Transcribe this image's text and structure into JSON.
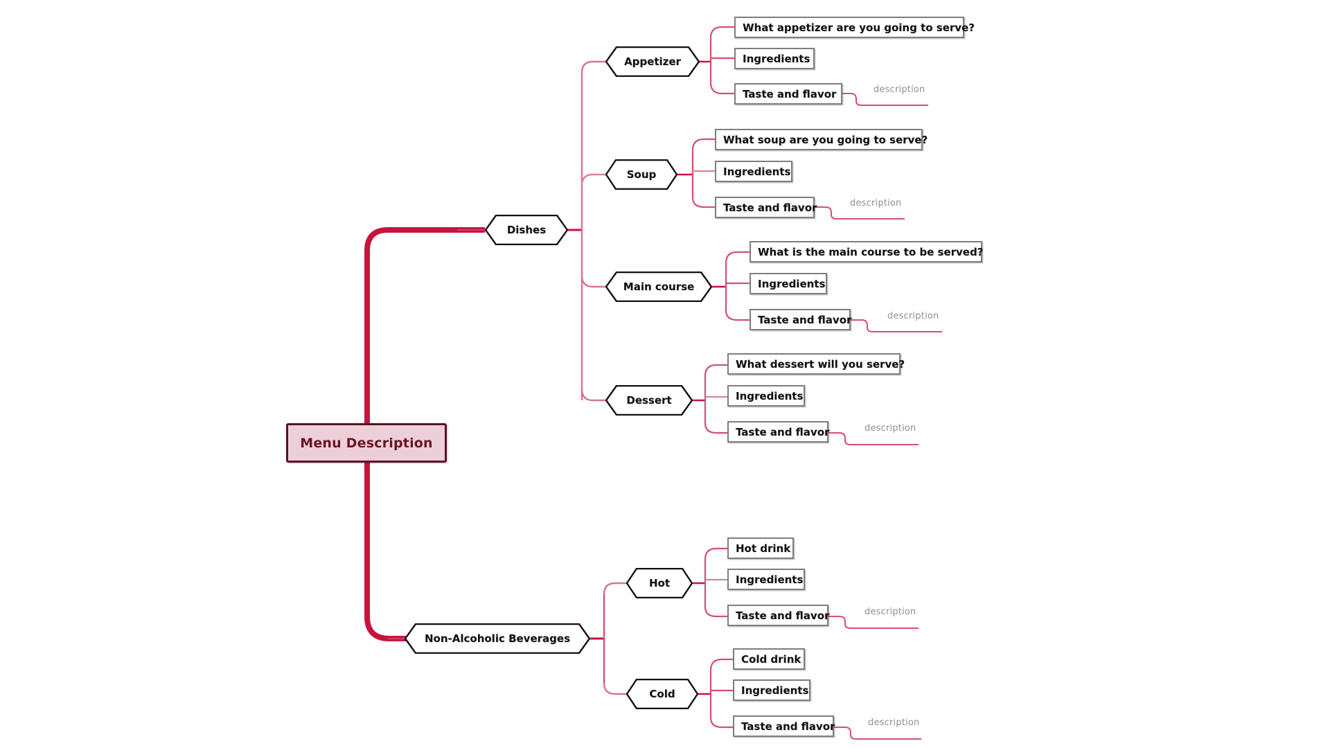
{
  "diagram": {
    "type": "mind-map",
    "title": "Menu Description",
    "colors": {
      "trunk": "#c9133e",
      "branch": "#d4days",
      "branch_line": "#d35070",
      "root_fill": "#eccfd8",
      "root_border": "#5c1020",
      "root_text": "#6b1326",
      "hex_border": "#111111",
      "box_border": "#7d7d7d",
      "box_fill": "#ffffff",
      "node_text": "#111111",
      "description_text": "#8a8f96",
      "background": "#ffffff"
    }
  },
  "root": {
    "label": "Menu Description"
  },
  "branches": [
    {
      "id": "dishes",
      "label": "Dishes",
      "children": [
        {
          "id": "appetizer",
          "label": "Appetizer",
          "leaves": [
            {
              "label": "What appetizer are you going to serve?",
              "description": null
            },
            {
              "label": "Ingredients",
              "description": null
            },
            {
              "label": "Taste and flavor",
              "description": "description"
            }
          ]
        },
        {
          "id": "soup",
          "label": "Soup",
          "leaves": [
            {
              "label": "What soup are you going to serve?",
              "description": null
            },
            {
              "label": "Ingredients",
              "description": null
            },
            {
              "label": "Taste and flavor",
              "description": "description"
            }
          ]
        },
        {
          "id": "main-course",
          "label": "Main course",
          "leaves": [
            {
              "label": "What is the main course to be served?",
              "description": null
            },
            {
              "label": "Ingredients",
              "description": null
            },
            {
              "label": "Taste and flavor",
              "description": "description"
            }
          ]
        },
        {
          "id": "dessert",
          "label": "Dessert",
          "leaves": [
            {
              "label": "What dessert will you serve?",
              "description": null
            },
            {
              "label": "Ingredients",
              "description": null
            },
            {
              "label": "Taste and flavor",
              "description": "description"
            }
          ]
        }
      ]
    },
    {
      "id": "non-alcoholic-beverages",
      "label": "Non-Alcoholic Beverages",
      "children": [
        {
          "id": "hot",
          "label": "Hot",
          "leaves": [
            {
              "label": "Hot drink",
              "description": null
            },
            {
              "label": "Ingredients",
              "description": null
            },
            {
              "label": "Taste and flavor",
              "description": "description"
            }
          ]
        },
        {
          "id": "cold",
          "label": "Cold",
          "leaves": [
            {
              "label": "Cold drink",
              "description": null
            },
            {
              "label": "Ingredients",
              "description": null
            },
            {
              "label": "Taste and flavor",
              "description": "description"
            }
          ]
        }
      ]
    }
  ]
}
